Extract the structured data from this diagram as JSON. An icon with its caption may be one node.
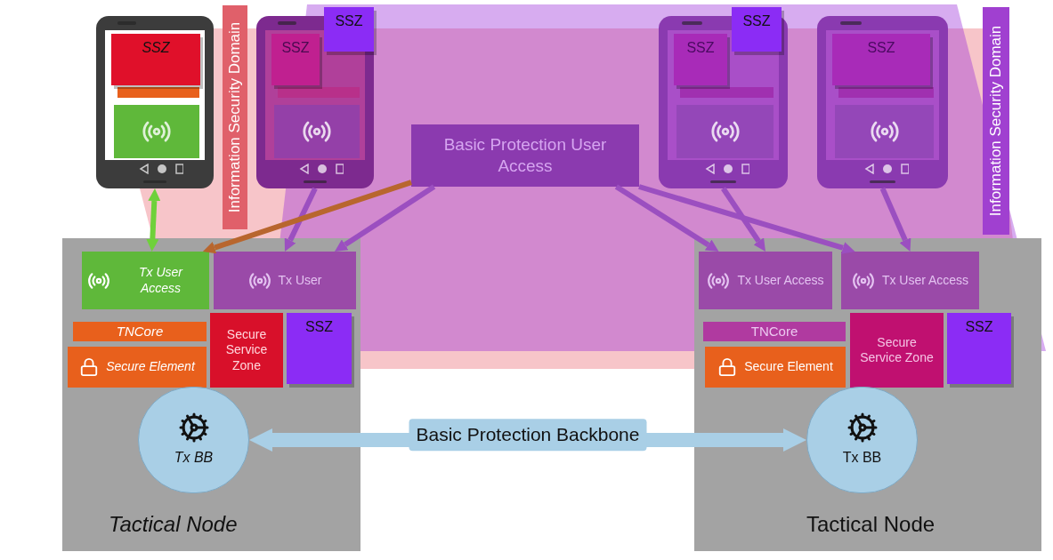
{
  "diagram": {
    "nodes": [
      {
        "text": [
          "Information Security Domain"
        ]
      },
      {
        "text": [
          "Information Security Domain"
        ]
      },
      {
        "text": [],
        "shape": "picture"
      },
      {
        "text": [
          "SSZ"
        ],
        "in": 2
      },
      {
        "text": [],
        "shape": "picture"
      },
      {
        "text": [
          "SSZ"
        ],
        "in": 4
      },
      {
        "text": [
          "SSZ"
        ]
      },
      {
        "text": [],
        "shape": "picture"
      },
      {
        "text": [
          "SSZ"
        ],
        "in": 7
      },
      {
        "text": [
          "SSZ"
        ]
      },
      {
        "text": [],
        "shape": "picture"
      },
      {
        "text": [
          "SSZ"
        ],
        "in": 10
      },
      {
        "text": [
          "Basic Protection User Access"
        ]
      },
      {
        "text": [
          "Tactical Node"
        ]
      },
      {
        "text": [
          "Tx User Access"
        ],
        "in": 13
      },
      {
        "text": [
          "Tx User"
        ],
        "in": 13
      },
      {
        "text": [
          "TNCore"
        ],
        "in": 13
      },
      {
        "text": [
          "Secure Element"
        ],
        "in": 13
      },
      {
        "text": [
          "Secure Service Zone"
        ],
        "in": 13
      },
      {
        "text": [
          "SSZ"
        ],
        "in": 13
      },
      {
        "text": [
          "Tx BB"
        ],
        "in": 13
      },
      {
        "text": [
          "Tactical Node"
        ]
      },
      {
        "text": [
          "Tx User Access"
        ],
        "in": 21
      },
      {
        "text": [
          "Tx User Access"
        ],
        "in": 21
      },
      {
        "text": [
          "TNCore"
        ],
        "in": 21
      },
      {
        "text": [
          "Secure Element"
        ],
        "in": 21
      },
      {
        "text": [
          "Secure Service Zone"
        ],
        "in": 21
      },
      {
        "text": [
          "SSZ"
        ],
        "in": 21
      },
      {
        "text": [
          "Tx BB"
        ],
        "in": 21
      }
    ],
    "edges": [
      {
        "from": 2,
        "to": 14,
        "arrow": "both",
        "color": "#6fd13b"
      },
      {
        "from": 4,
        "to": 15,
        "arrow": "to"
      },
      {
        "from": 7,
        "to": 22,
        "arrow": "to"
      },
      {
        "from": 10,
        "to": 23,
        "arrow": "to"
      },
      {
        "from": 12,
        "to": 14,
        "arrow": "to",
        "color": "#b8662e"
      },
      {
        "from": 12,
        "to": 15,
        "arrow": "to"
      },
      {
        "from": 12,
        "to": 22,
        "arrow": "to"
      },
      {
        "from": 12,
        "to": 23,
        "arrow": "to"
      },
      {
        "from": 20,
        "to": 28,
        "arrow": "both",
        "label": "Basic Protection Backbone",
        "style": "thick",
        "color": "#a9cfe6"
      }
    ]
  }
}
